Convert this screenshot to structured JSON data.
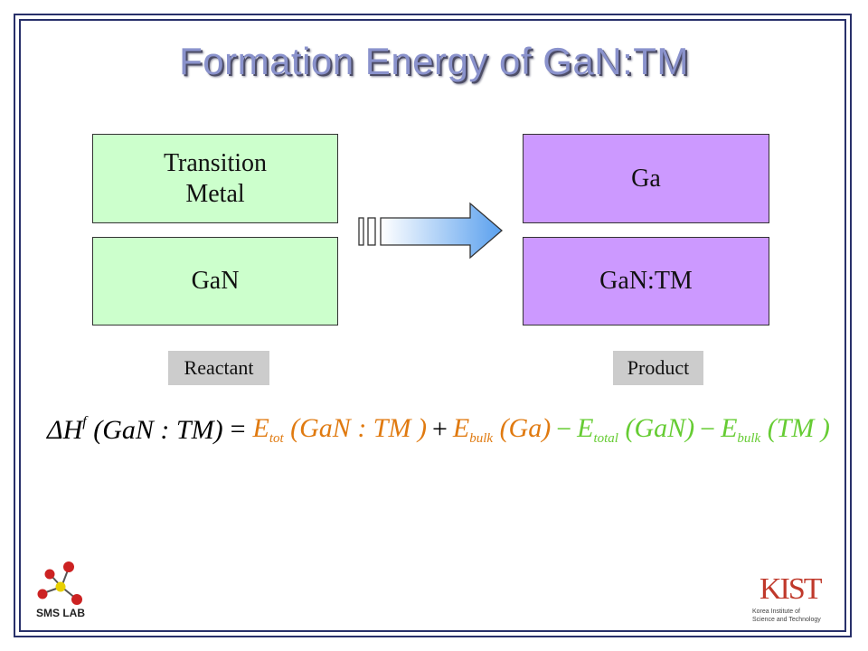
{
  "slide": {
    "title": "Formation Energy of GaN:TM"
  },
  "reactants": {
    "box1": "Transition Metal",
    "box2": "GaN",
    "label": "Reactant"
  },
  "products": {
    "box1": "Ga",
    "box2": "GaN:TM",
    "label": "Product"
  },
  "equation": {
    "lhs": "ΔH",
    "lhs_sup": "f",
    "lhs_arg": "(GaN : TM)",
    "eq": "=",
    "t1_sym": "E",
    "t1_sub": "tot",
    "t1_arg": "(GaN : TM )",
    "plus": "+",
    "t2_sym": "E",
    "t2_sub": "bulk",
    "t2_arg": "(Ga)",
    "minus1": "−",
    "t3_sym": "E",
    "t3_sub": "total",
    "t3_arg": "(GaN)",
    "minus2": "−",
    "t4_sym": "E",
    "t4_sub": "bulk",
    "t4_arg": "(TM )"
  },
  "logos": {
    "sms_text": "SMS LAB",
    "kist_text": "KIST",
    "kist_caption1": "Korea Institute of",
    "kist_caption2": "Science and Technology"
  },
  "colors": {
    "reactant_fill": "#ccffcc",
    "product_fill": "#cc99ff",
    "equation_orange": "#e07a10",
    "equation_green": "#66cc33",
    "frame": "#28306a"
  }
}
